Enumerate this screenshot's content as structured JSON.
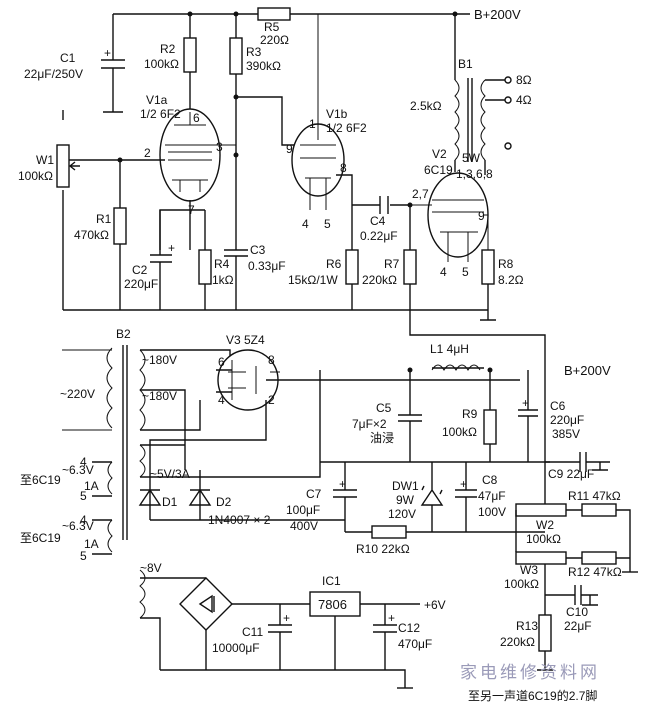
{
  "labels": {
    "b200_top": "B+200V",
    "r5": "R5",
    "r5_val": "220Ω",
    "c1": "C1",
    "c1_val": "22μF/250V",
    "r2": "R2",
    "r2_val": "100kΩ",
    "r3": "R3",
    "r3_val": "390kΩ",
    "v1a": "V1a",
    "v1a_type": "1/2 6F2",
    "v1b": "V1b",
    "v1b_type": "1/2 6F2",
    "b1": "B1",
    "out8": "8Ω",
    "out4": "4Ω",
    "b1_imp": "2.5kΩ",
    "b1_w": "5W",
    "v2": "V2",
    "v2_type": "6C19",
    "v2_pins": "1,3,6,8",
    "w1": "W1",
    "w1_val": "100kΩ",
    "r1": "R1",
    "r1_val": "470kΩ",
    "c2": "C2",
    "c2_val": "220μF",
    "r4": "R4",
    "r4_val": "1kΩ",
    "c3": "C3",
    "c3_val": "0.33μF",
    "r6": "R6",
    "r6_val": "15kΩ/1W",
    "c4": "C4",
    "c4_val": "0.22μF",
    "r7": "R7",
    "r7_val": "220kΩ",
    "r8": "R8",
    "r8_val": "8.2Ω",
    "b2": "B2",
    "v3": "V3 5Z4",
    "l1": "L1 4μH",
    "b200_bottom": "B+200V",
    "c6": "C6",
    "c6_val": "220μF",
    "c6_v": "385V",
    "v180a": "~180V",
    "v180b": "~180V",
    "v220": "~220V",
    "c5": "C5",
    "c5_val": "7μF×2",
    "c5_note": "油浸",
    "r9": "R9",
    "r9_val": "100kΩ",
    "v5": "~5V/3A",
    "c9": "C9 22μF",
    "dw1": "DW1",
    "dw1_w": "9W",
    "dw1_v": "120V",
    "c8": "C8",
    "c8_val": "47μF",
    "c8_v": "100V",
    "r11": "R11 47kΩ",
    "c7": "C7",
    "c7_val": "100μF",
    "c7_v": "400V",
    "d1": "D1",
    "d2": "D2",
    "d_type": "1N4007 × 2",
    "w2": "W2",
    "w2_val": "100kΩ",
    "r10": "R10 22kΩ",
    "w3": "W3",
    "w3_val": "100kΩ",
    "r12": "R12 47kΩ",
    "to_6c19_a": "至6C19",
    "v63a": "~6.3V",
    "a1a": "1A",
    "to_6c19_b": "至6C19",
    "v63b": "~6.3V",
    "a1b": "1A",
    "v8": "~8V",
    "ic1": "IC1",
    "ic1_type": "7806",
    "plus6v": "+6V",
    "c10": "C10",
    "c10_val": "22μF",
    "c11": "C11",
    "c11_val": "10000μF",
    "c12": "C12",
    "c12_val": "470μF",
    "r13": "R13",
    "r13_val": "220kΩ",
    "caption": "至另一声道6C19的2.7脚",
    "watermark": "家电维修资料网",
    "pin_v1a_6": "6",
    "pin_v1a_2": "2",
    "pin_v1a_3": "3",
    "pin_v1a_7": "7",
    "pin_v1b_1": "1",
    "pin_v1b_9": "9",
    "pin_v1b_8": "8",
    "pin_v1b_4": "4",
    "pin_v1b_5": "5",
    "pin_v2_27": "2,7",
    "pin_v2_9": "9",
    "pin_v2_4": "4",
    "pin_v2_5": "5",
    "pin_v3_6": "6",
    "pin_v3_8": "8",
    "pin_v3_4": "4",
    "pin_v3_2": "2",
    "pin_h1_4": "4",
    "pin_h1_5": "5",
    "pin_h2_4": "4",
    "pin_h2_5": "5"
  }
}
